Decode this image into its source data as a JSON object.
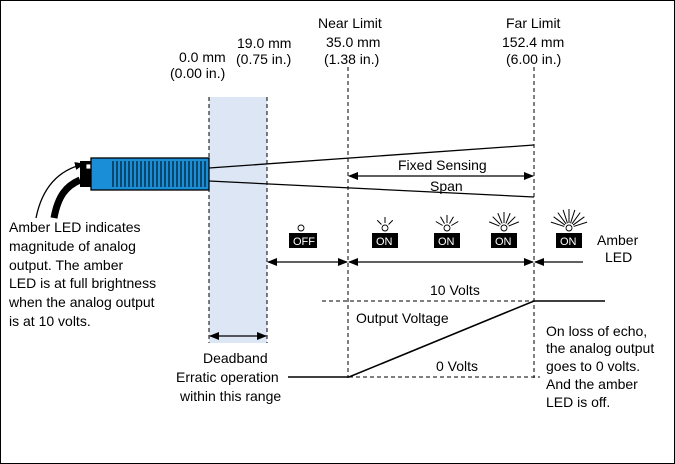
{
  "positions": {
    "zero": {
      "mm": "0.0 mm",
      "in": "(0.00 in.)"
    },
    "deadband_end": {
      "mm": "19.0 mm",
      "in": "(0.75 in.)"
    },
    "near_limit": {
      "title": "Near Limit",
      "mm": "35.0 mm",
      "in": "(1.38 in.)"
    },
    "far_limit": {
      "title": "Far Limit",
      "mm": "152.4 mm",
      "in": "(6.00 in.)"
    }
  },
  "sensing_span": {
    "line1": "Fixed Sensing",
    "line2": "Span"
  },
  "led_note": [
    "Amber LED indicates",
    "magnitude of analog",
    "output.  The amber",
    "LED is at full brightness",
    "when the analog output",
    "is at 10 volts."
  ],
  "led_states": {
    "off": "OFF",
    "on": "ON"
  },
  "amber_led_label": {
    "line1": "Amber",
    "line2": "LED"
  },
  "output": {
    "ten_volts": "10 Volts",
    "zero_volts": "0  Volts",
    "voltage_label": "Output Voltage"
  },
  "deadband_note": [
    "Deadband",
    "Erratic operation",
    "within this range"
  ],
  "echo_loss_note": [
    "On loss of echo,",
    "the analog output",
    "goes to 0 volts.",
    "And the amber",
    "LED is off."
  ],
  "colors": {
    "sensor_body": "#1a8fd8",
    "deadband_zone": "#dce6f5",
    "badge": "#000000",
    "line": "#000000"
  }
}
